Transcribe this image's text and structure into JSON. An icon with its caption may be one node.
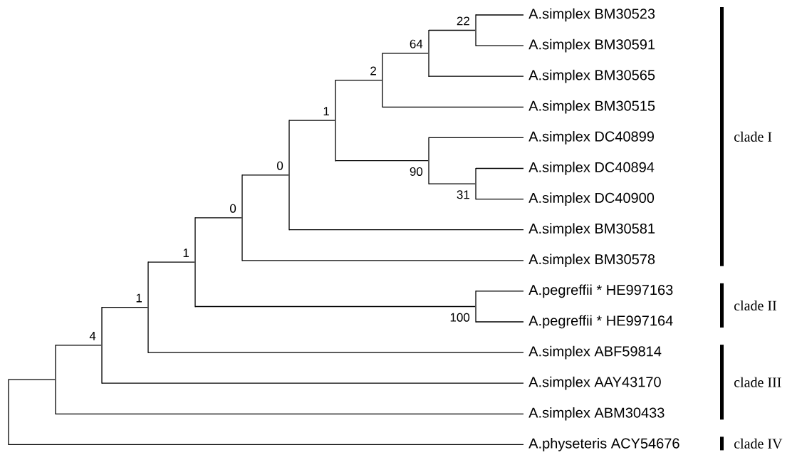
{
  "diagram": {
    "nodes": [
      {
        "text": [
          "A.simplex BM30523"
        ]
      },
      {
        "text": [
          "A.simplex BM30591"
        ]
      },
      {
        "text": [
          "A.simplex BM30565"
        ]
      },
      {
        "text": [
          "A.simplex BM30515"
        ]
      },
      {
        "text": [
          "A.simplex DC40899"
        ]
      },
      {
        "text": [
          "A.simplex DC40894"
        ]
      },
      {
        "text": [
          "A.simplex DC40900"
        ]
      },
      {
        "text": [
          "A.simplex BM30581"
        ]
      },
      {
        "text": [
          "A.simplex BM30578"
        ]
      },
      {
        "text": [
          "A.pegreffii * HE997163"
        ]
      },
      {
        "text": [
          "A.pegreffii * HE997164"
        ]
      },
      {
        "text": [
          "A.simplex ABF59814"
        ]
      },
      {
        "text": [
          "A.simplex AAY43170"
        ]
      },
      {
        "text": [
          "A.simplex ABM30433"
        ]
      },
      {
        "text": [
          "A.physeteris ACY54676"
        ]
      },
      {
        "text": [],
        "shape": "bar"
      },
      {
        "text": [],
        "shape": "bar"
      },
      {
        "text": [],
        "shape": "bar",
        "beside": [
          "4"
        ]
      },
      {
        "text": [],
        "shape": "bar",
        "beside": [
          "1"
        ]
      },
      {
        "text": [],
        "shape": "bar",
        "beside": [
          "1"
        ]
      },
      {
        "text": [],
        "shape": "bar",
        "beside": [
          "0"
        ]
      },
      {
        "text": [],
        "shape": "bar",
        "beside": [
          "0"
        ]
      },
      {
        "text": [],
        "shape": "bar",
        "beside": [
          "1"
        ]
      },
      {
        "text": [],
        "shape": "bar",
        "beside": [
          "2"
        ]
      },
      {
        "text": [],
        "shape": "bar",
        "beside": [
          "64"
        ]
      },
      {
        "text": [],
        "shape": "bar",
        "beside": [
          "90"
        ]
      },
      {
        "text": [],
        "shape": "bar",
        "beside": [
          "22"
        ]
      },
      {
        "text": [],
        "shape": "bar",
        "beside": [
          "31"
        ]
      },
      {
        "text": [],
        "shape": "bar",
        "beside": [
          "100"
        ]
      }
    ],
    "edges": [
      {
        "from": 15,
        "to": 16,
        "arrow": "none"
      },
      {
        "from": 15,
        "to": 14,
        "arrow": "none"
      },
      {
        "from": 16,
        "to": 17,
        "arrow": "none"
      },
      {
        "from": 16,
        "to": 13,
        "arrow": "none"
      },
      {
        "from": 17,
        "to": 18,
        "arrow": "none"
      },
      {
        "from": 17,
        "to": 12,
        "arrow": "none"
      },
      {
        "from": 18,
        "to": 19,
        "arrow": "none"
      },
      {
        "from": 18,
        "to": 11,
        "arrow": "none"
      },
      {
        "from": 19,
        "to": 20,
        "arrow": "none"
      },
      {
        "from": 19,
        "to": 28,
        "arrow": "none"
      },
      {
        "from": 20,
        "to": 21,
        "arrow": "none"
      },
      {
        "from": 20,
        "to": 8,
        "arrow": "none"
      },
      {
        "from": 21,
        "to": 22,
        "arrow": "none"
      },
      {
        "from": 21,
        "to": 7,
        "arrow": "none"
      },
      {
        "from": 22,
        "to": 23,
        "arrow": "none"
      },
      {
        "from": 22,
        "to": 25,
        "arrow": "none"
      },
      {
        "from": 23,
        "to": 24,
        "arrow": "none"
      },
      {
        "from": 23,
        "to": 3,
        "arrow": "none"
      },
      {
        "from": 24,
        "to": 26,
        "arrow": "none"
      },
      {
        "from": 24,
        "to": 2,
        "arrow": "none"
      },
      {
        "from": 25,
        "to": 4,
        "arrow": "none"
      },
      {
        "from": 25,
        "to": 27,
        "arrow": "none"
      },
      {
        "from": 26,
        "to": 0,
        "arrow": "none"
      },
      {
        "from": 26,
        "to": 1,
        "arrow": "none"
      },
      {
        "from": 27,
        "to": 5,
        "arrow": "none"
      },
      {
        "from": 27,
        "to": 6,
        "arrow": "none"
      },
      {
        "from": 28,
        "to": 9,
        "arrow": "none"
      },
      {
        "from": 28,
        "to": 10,
        "arrow": "none"
      }
    ],
    "labels": [
      "clade I",
      "clade II",
      "clade III",
      "clade IV"
    ]
  }
}
